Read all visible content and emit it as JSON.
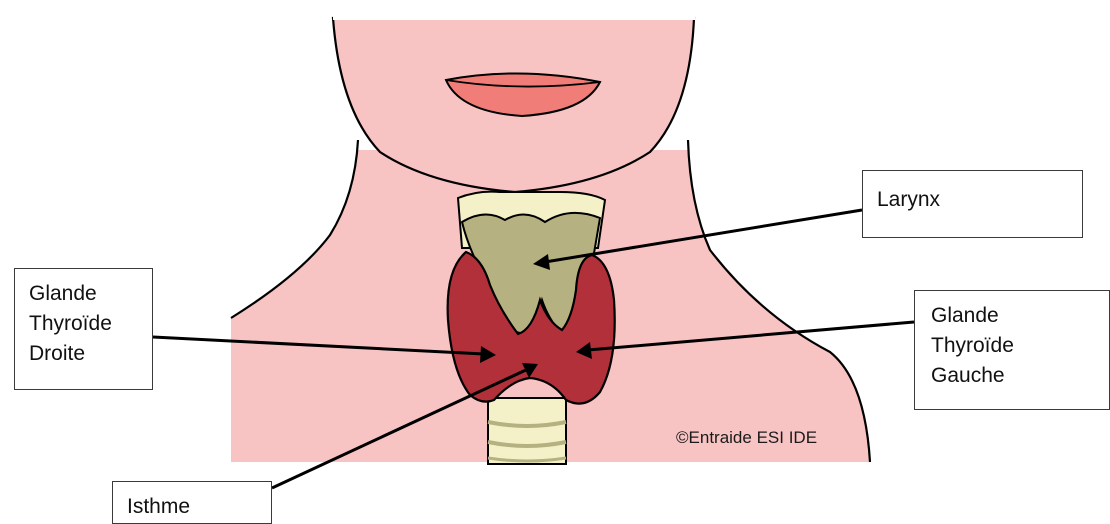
{
  "labels": {
    "larynx": "Larynx",
    "right_lobe": "Glande\nThyroïde\nDroite",
    "left_lobe": "Glande\nThyroïde\nGauche",
    "isthmus": "Isthme"
  },
  "copyright": "©Entraide ESI IDE",
  "colors": {
    "skin": "#f7c4c3",
    "lips": "#f07d77",
    "larynx": "#b5b181",
    "cartilage": "#f4f1c9",
    "thyroid": "#b13039",
    "outline": "#000000"
  }
}
